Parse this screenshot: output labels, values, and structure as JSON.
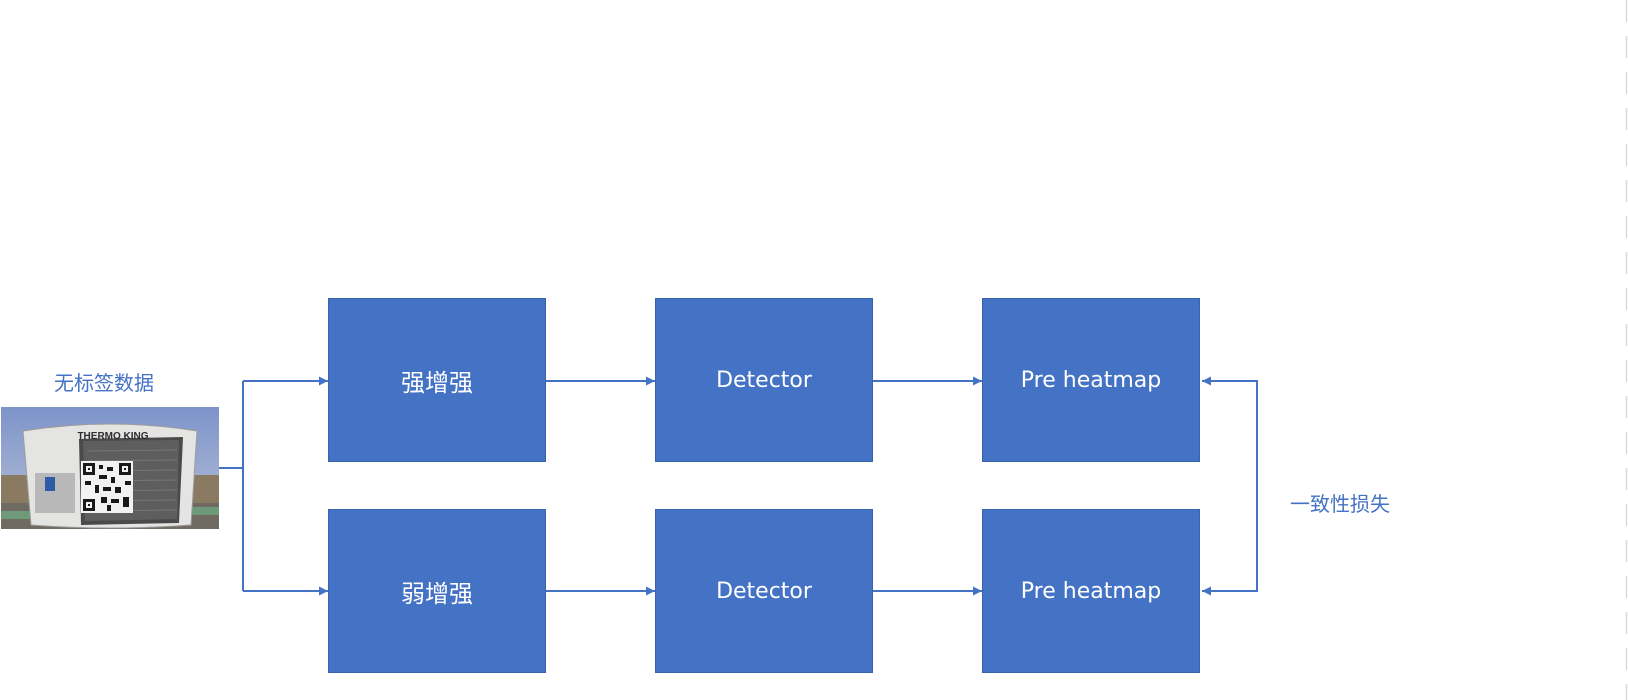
{
  "source": {
    "label": "无标签数据",
    "photo_text": "THERMO KING"
  },
  "top_row": {
    "augment": "强增强",
    "detector": "Detector",
    "output": "Pre heatmap"
  },
  "bottom_row": {
    "augment": "弱增强",
    "detector": "Detector",
    "output": "Pre heatmap"
  },
  "loss_label": "一致性损失",
  "colors": {
    "box_fill": "#4472c4",
    "arrow": "#4472c4",
    "label_text": "#4472c4",
    "box_text": "#ffffff"
  }
}
